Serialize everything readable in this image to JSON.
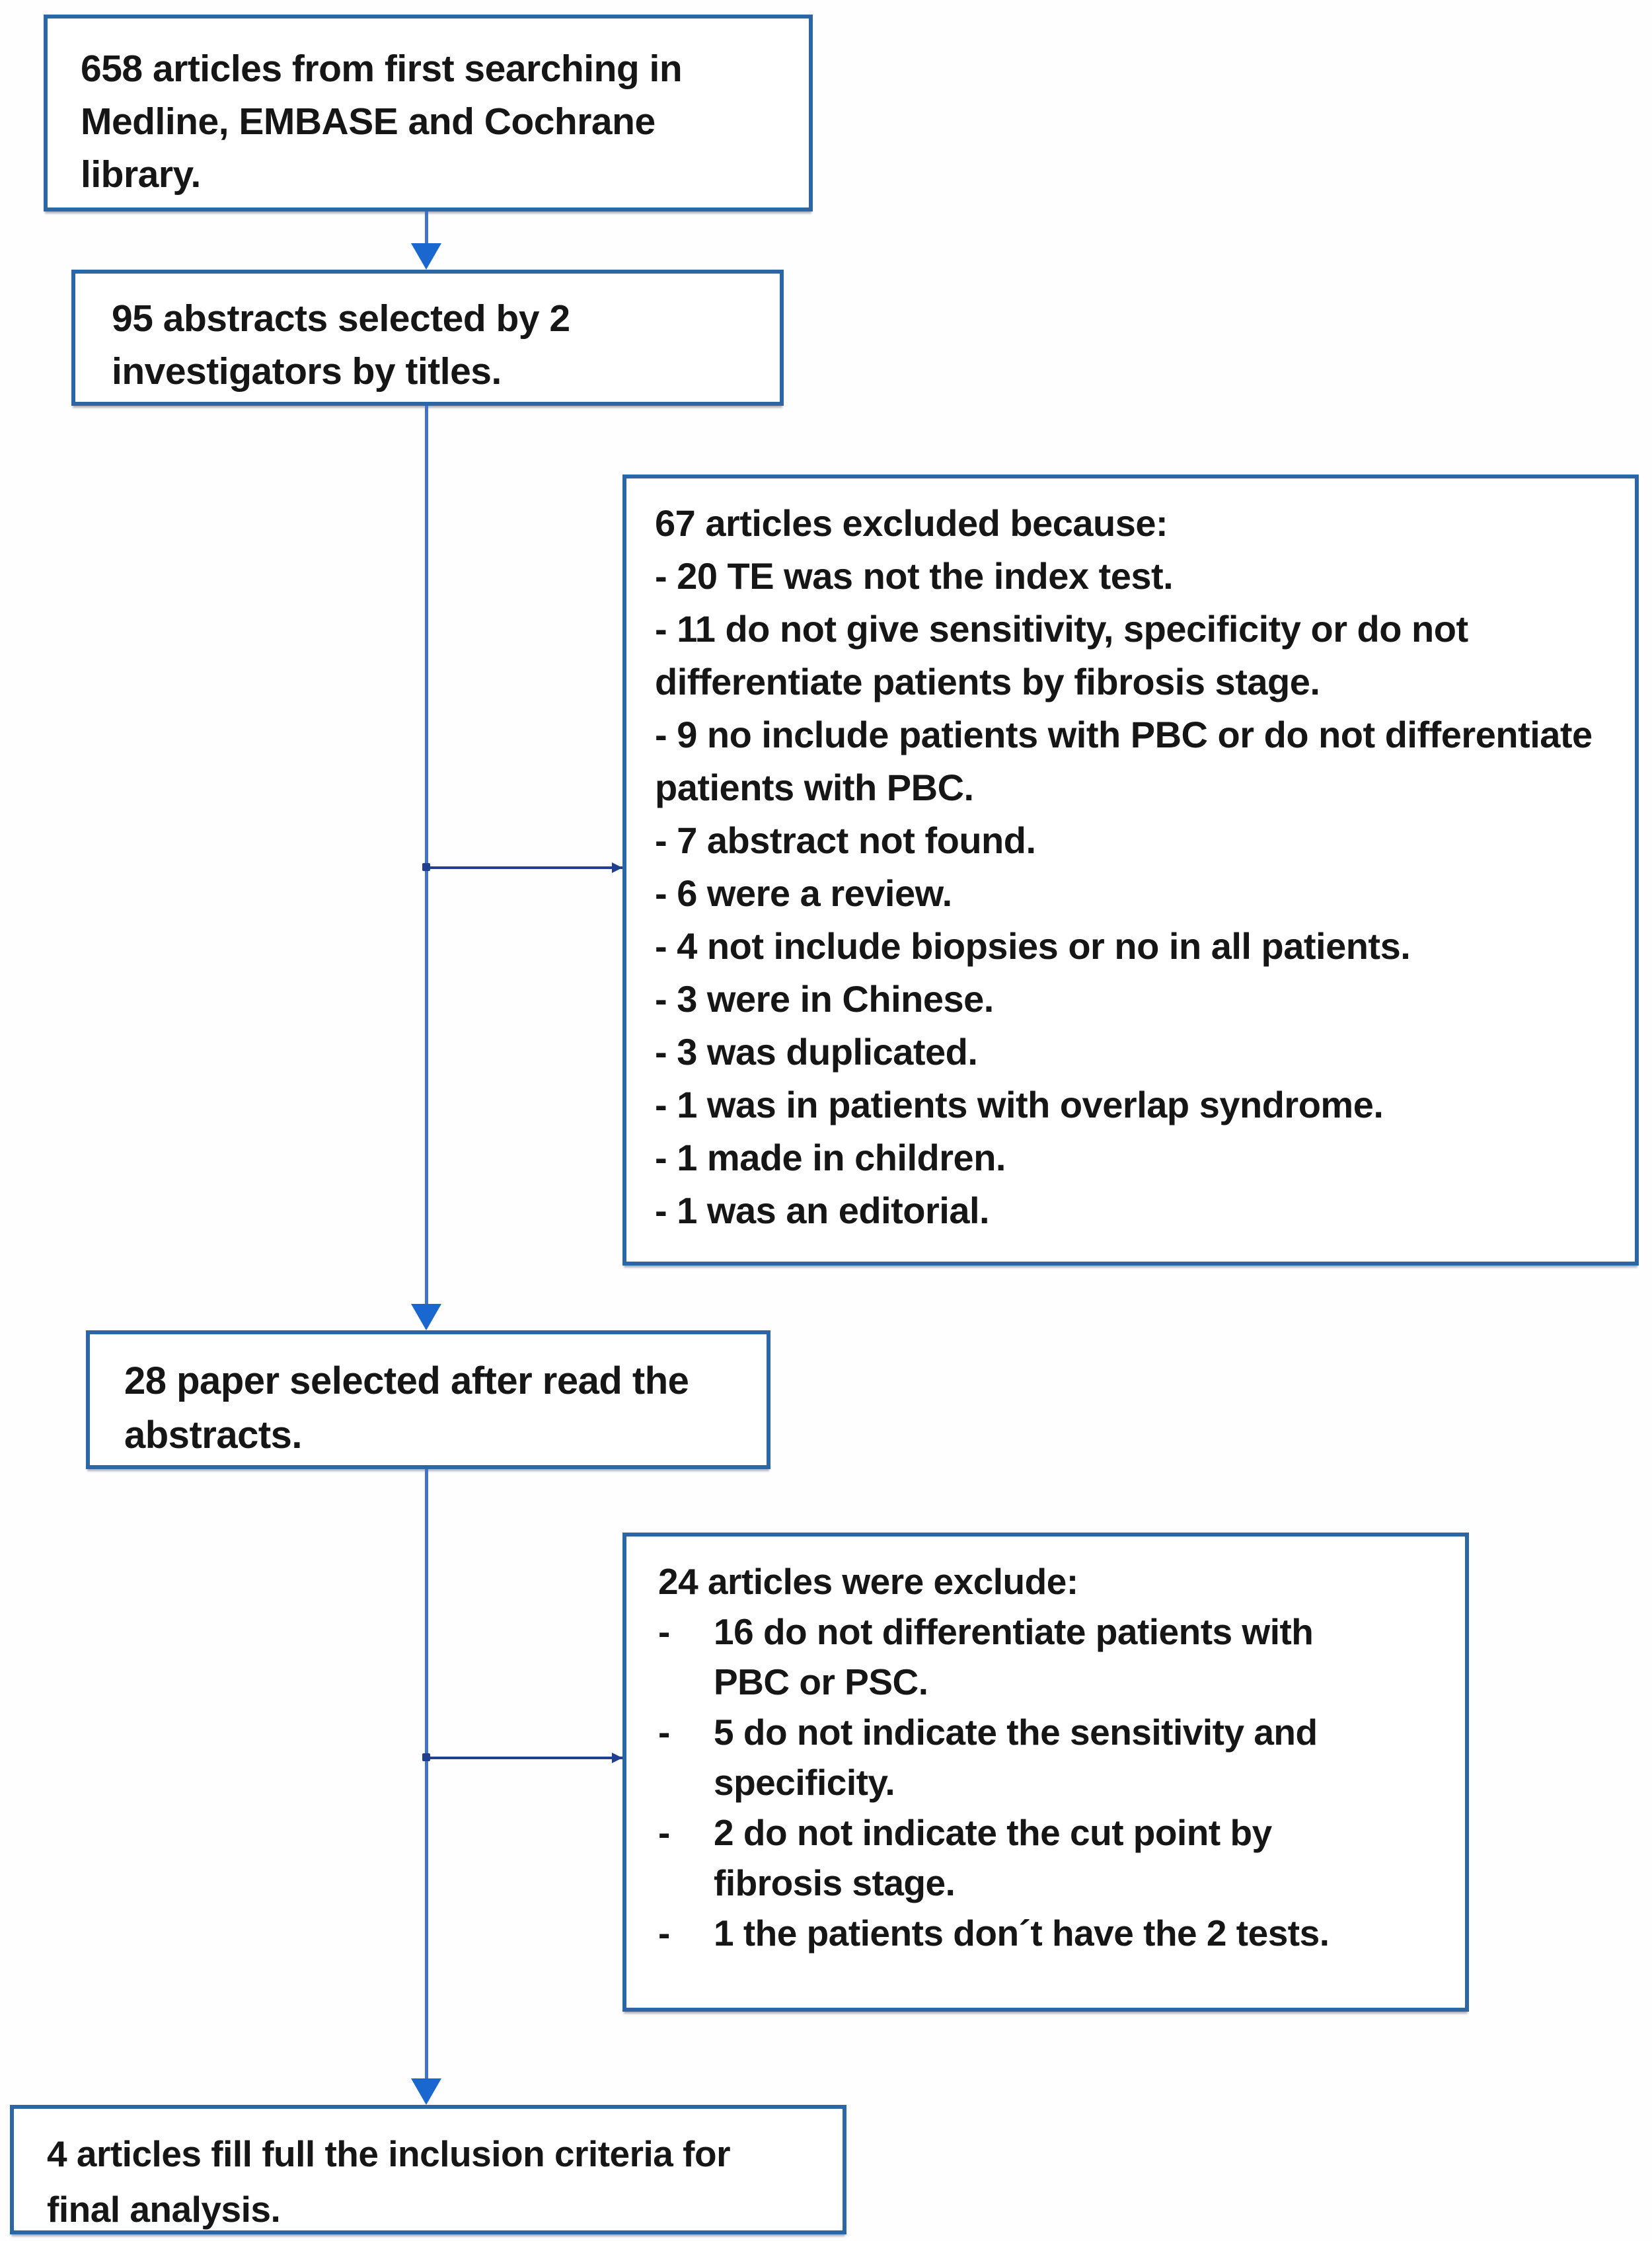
{
  "colors": {
    "box_border": "#2c66a4",
    "flow_line": "#4273c8",
    "branch_line": "#20408f",
    "arrowhead": "#1a67cf",
    "text": "#161616",
    "background": "#fefefe"
  },
  "flowchart": {
    "box_search": {
      "lines": [
        "658 articles from first searching in",
        "Medline, EMBASE and Cochrane",
        "library."
      ]
    },
    "box_titles": {
      "lines": [
        "95 abstracts selected by 2",
        "investigators by titles."
      ]
    },
    "box_excluded_abstracts": {
      "title": "67 articles excluded because:",
      "items": [
        "- 20 TE was not the index test.",
        "- 11 do not give sensitivity, specificity or do not differentiate patients by fibrosis stage.",
        "- 9 no include patients with PBC or do not differentiate patients with PBC.",
        "- 7 abstract not found.",
        "- 6 were a review.",
        "- 4 not include biopsies or no in all patients.",
        "- 3 were in Chinese.",
        "- 3 was duplicated.",
        "- 1 was in patients with overlap syndrome.",
        "- 1 made in children.",
        "- 1 was an editorial."
      ]
    },
    "box_abstract_read": {
      "lines": [
        "28 paper selected after read the",
        "abstracts."
      ]
    },
    "box_excluded_fulltext": {
      "title": "24 articles were exclude:",
      "marker": "-",
      "items": [
        "16 do not differentiate patients with PBC or PSC.",
        "5 do not indicate the sensitivity and specificity.",
        "2 do not indicate the cut point by fibrosis stage.",
        "1 the patients don´t have the 2 tests."
      ]
    },
    "box_final": {
      "lines": [
        "4 articles fill full the inclusion criteria for",
        "final analysis."
      ]
    }
  }
}
